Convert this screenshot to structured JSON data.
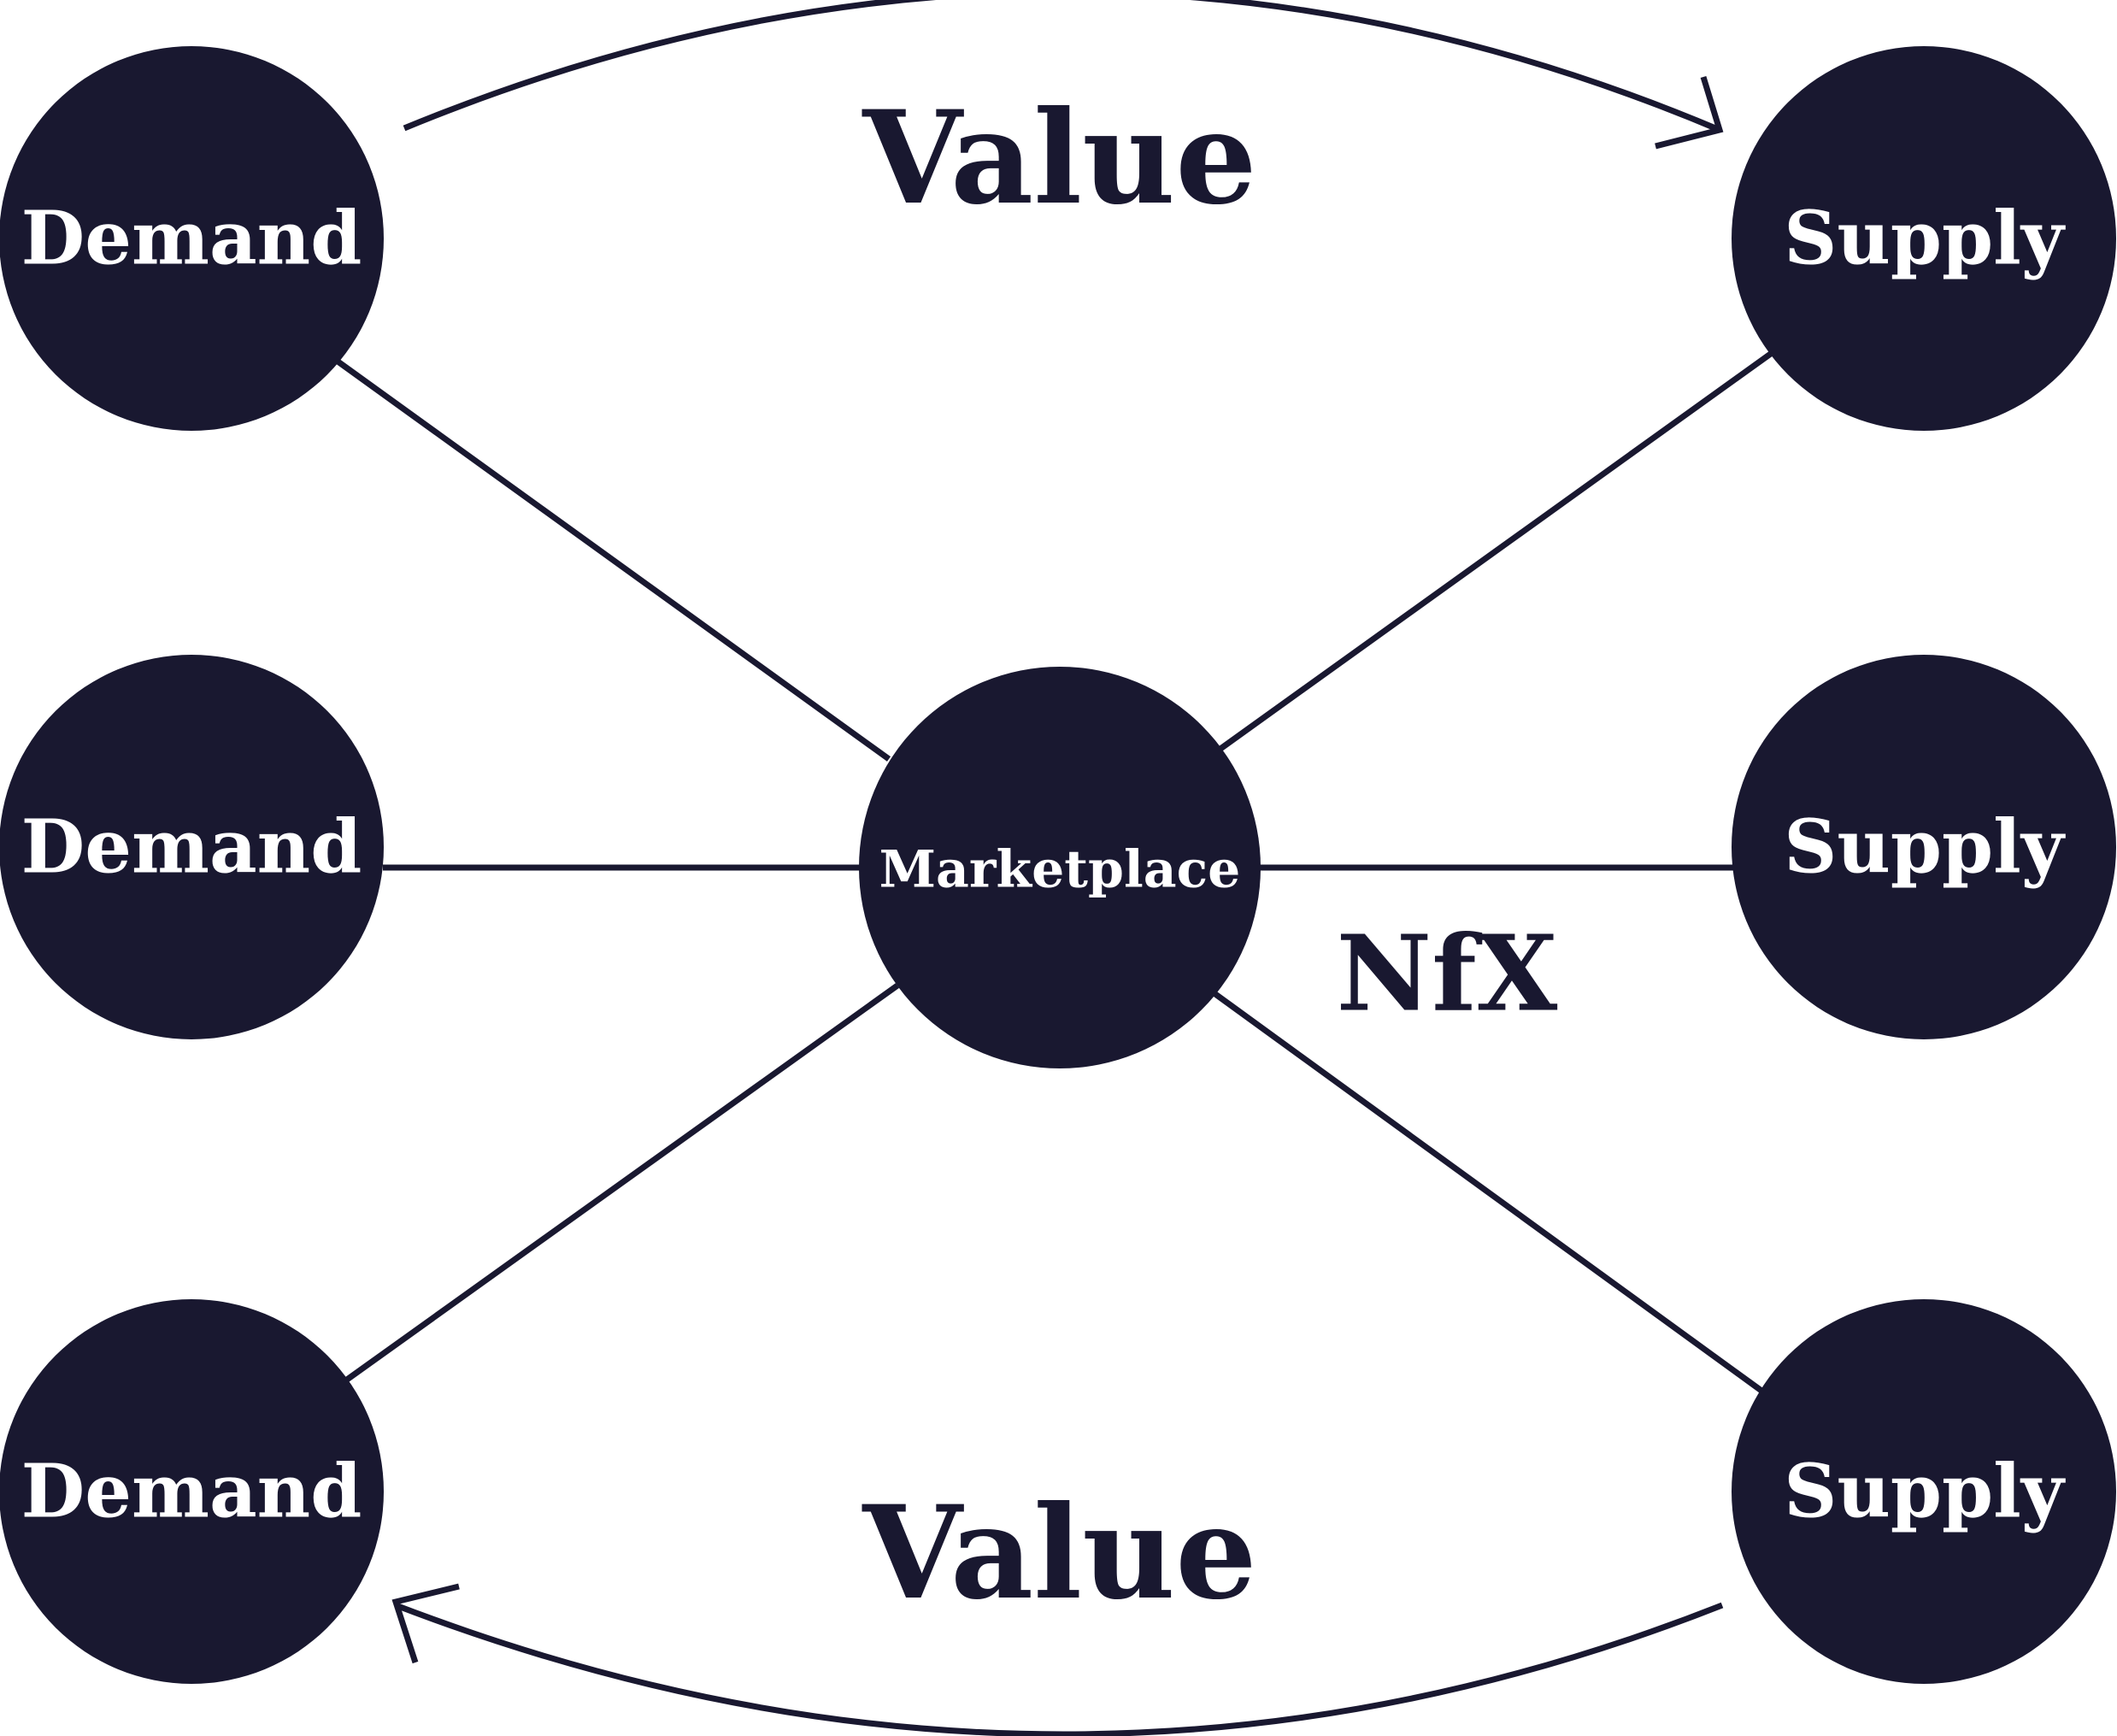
{
  "diagram": {
    "nodes": {
      "demand_top": "Demand",
      "demand_middle": "Demand",
      "demand_bottom": "Demand",
      "supply_top": "Supply",
      "supply_middle": "Supply",
      "supply_bottom": "Supply",
      "marketplace": "Marketplace"
    },
    "labels": {
      "value_top": "Value",
      "value_bottom": "Value",
      "logo": "NfX"
    },
    "colors": {
      "node_fill": "#191830",
      "node_text": "#ffffff",
      "line": "#191830",
      "background": "#ffffff"
    }
  }
}
